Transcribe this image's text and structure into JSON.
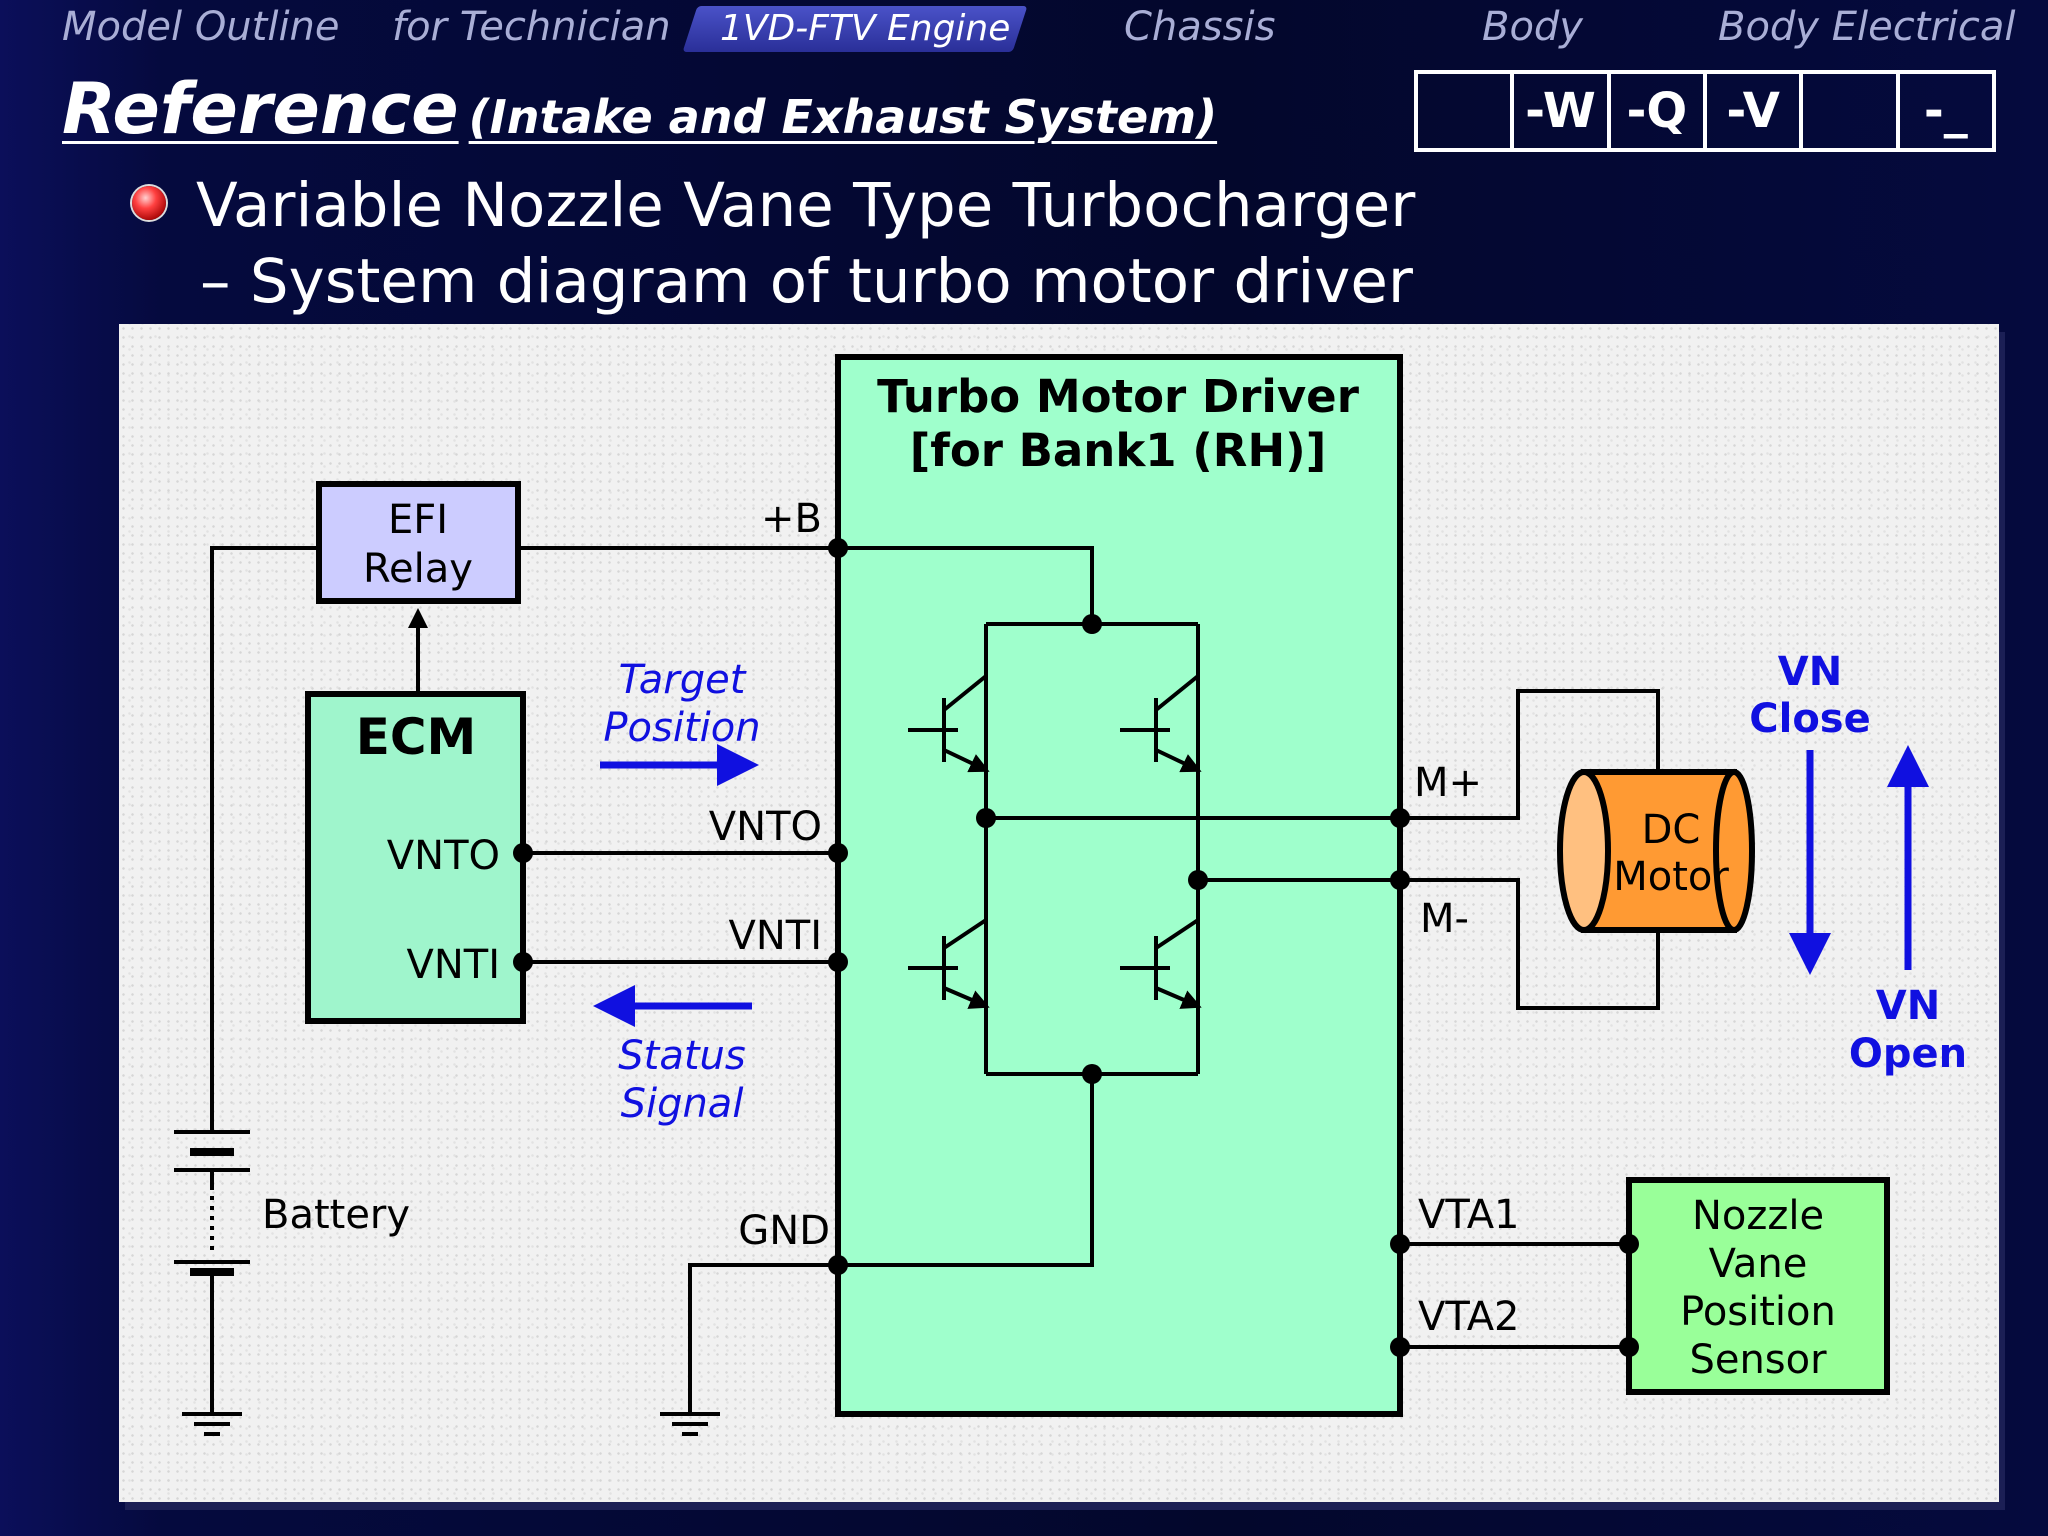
{
  "nav": {
    "items": [
      "Model Outline",
      "for Technician",
      "1VD-FTV Engine",
      "Chassis",
      "Body",
      "Body Electrical"
    ],
    "active": "1VD-FTV Engine"
  },
  "title": {
    "main": "Reference",
    "sub": "(Intake and Exhaust System)"
  },
  "tabs": [
    "",
    "-W",
    "-Q",
    "-V",
    "",
    "-_"
  ],
  "bullet": {
    "line1": "Variable Nozzle Vane Type Turbocharger",
    "line2": "– System diagram of turbo motor driver"
  },
  "diagram": {
    "driver_title_1": "Turbo Motor Driver",
    "driver_title_2": "[for Bank1 (RH)]",
    "efi_relay_1": "EFI",
    "efi_relay_2": "Relay",
    "ecm": "ECM",
    "ecm_vnto": "VNTO",
    "ecm_vnti": "VNTI",
    "target_1": "Target",
    "target_2": "Position",
    "status_1": "Status",
    "status_2": "Signal",
    "pin_b": "+B",
    "pin_vnto": "VNTO",
    "pin_vnti": "VNTI",
    "pin_gnd": "GND",
    "pin_mplus": "M+",
    "pin_mminus": "M-",
    "pin_vta1": "VTA1",
    "pin_vta2": "VTA2",
    "battery": "Battery",
    "motor_1": "DC",
    "motor_2": "Motor",
    "vn_close_1": "VN",
    "vn_close_2": "Close",
    "vn_open_1": "VN",
    "vn_open_2": "Open",
    "sensor_1": "Nozzle",
    "sensor_2": "Vane",
    "sensor_3": "Position",
    "sensor_4": "Sensor"
  },
  "colors": {
    "driver_fill": "#9fffcc",
    "ecm_fill": "#9ff5cc",
    "relay_fill": "#ccccff",
    "motor_fill": "#ff9a33",
    "sensor_fill": "#99ff99",
    "signal_blue": "#1010e0"
  }
}
